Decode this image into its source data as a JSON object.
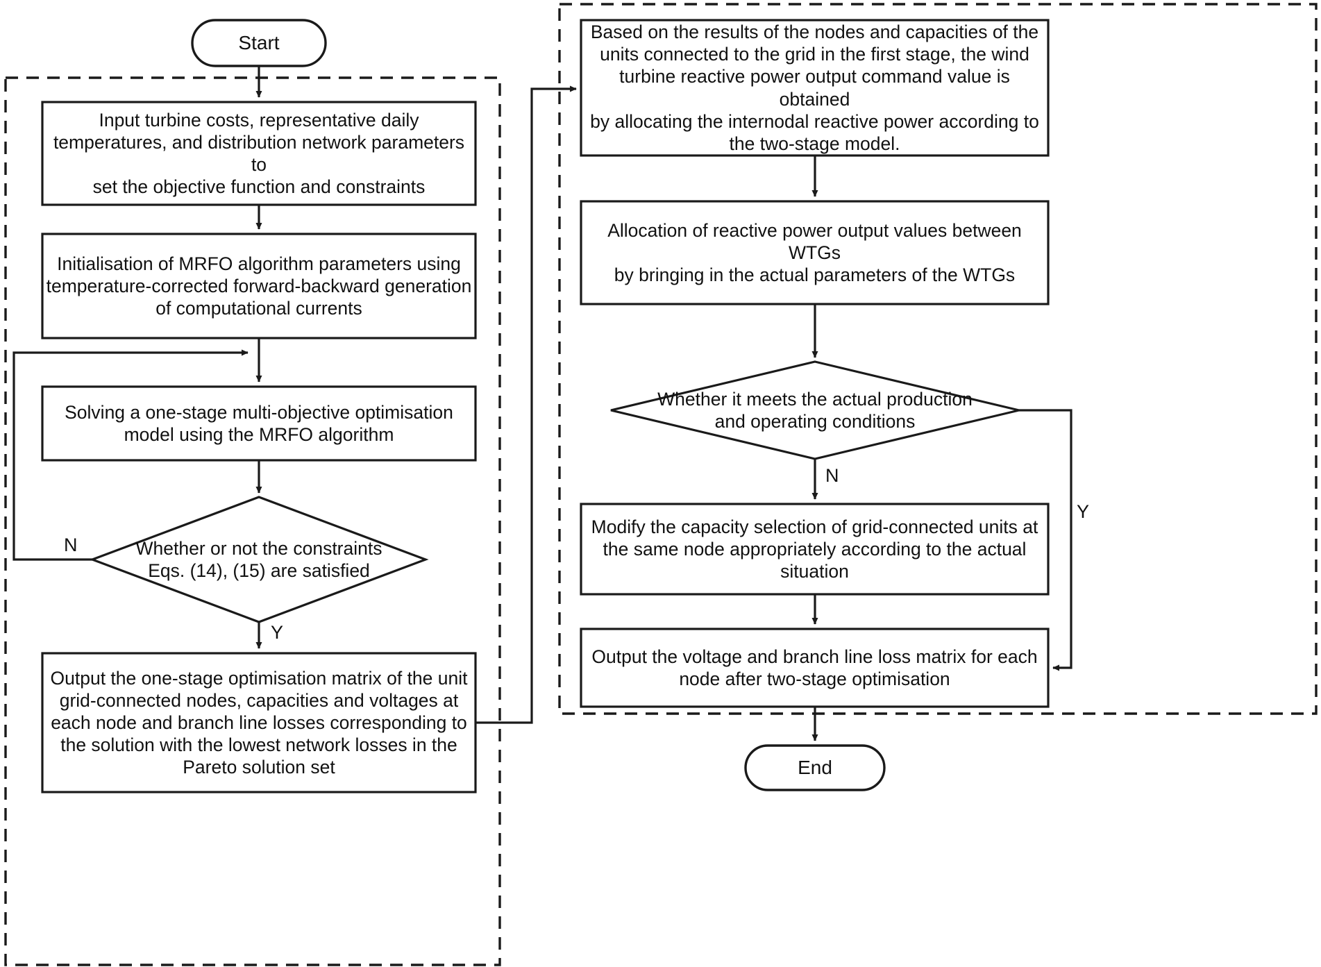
{
  "diagram": {
    "title": "Two-stage wind turbine reactive power optimisation flowchart",
    "stroke_color": "#1a1a1a",
    "fill_color": "#ffffff",
    "background": "#ffffff"
  },
  "panels": [
    {
      "name": "first-stage-panel",
      "style": "dashed"
    },
    {
      "name": "second-stage-panel",
      "style": "dashed"
    }
  ],
  "nodes": {
    "start": {
      "shape": "terminator",
      "label": "Start"
    },
    "end": {
      "shape": "terminator",
      "label": "End"
    },
    "input_params": {
      "shape": "process",
      "label": "Input turbine costs, representative daily\ntemperatures, and distribution network parameters to\nset the objective function and constraints"
    },
    "init_mrfo": {
      "shape": "process",
      "label": "Initialisation of MRFO algorithm parameters using\ntemperature-corrected forward-backward generation\nof computational currents"
    },
    "solve_stage1": {
      "shape": "process",
      "label": "Solving a one-stage multi-objective optimisation\nmodel using the MRFO algorithm"
    },
    "constraints_check": {
      "shape": "decision",
      "label": "Whether or not the constraints\nEqs. (14), (15) are satisfied"
    },
    "output_stage1": {
      "shape": "process",
      "label": "Output the one-stage optimisation matrix of the unit\ngrid-connected nodes, capacities and voltages at\neach node and branch line losses corresponding to\nthe solution with the lowest network losses in the\nPareto solution set"
    },
    "reactive_command": {
      "shape": "process",
      "label": "Based on the results of the nodes and capacities of the\nunits connected to the grid in the first stage, the wind\nturbine reactive power output command value is obtained\nby allocating the internodal reactive power according to\nthe two-stage model."
    },
    "allocation_wtgs": {
      "shape": "process",
      "label": "Allocation of reactive power output values between WTGs\nby bringing in the actual parameters of the WTGs"
    },
    "production_check": {
      "shape": "decision",
      "label": "Whether it meets the actual production\nand operating conditions"
    },
    "modify_capacity": {
      "shape": "process",
      "label": "Modify the capacity selection of grid-connected units at\nthe same node appropriately according to the actual\nsituation"
    },
    "output_stage2": {
      "shape": "process",
      "label": "Output the voltage and branch line loss matrix for each\nnode after two-stage optimisation"
    }
  },
  "edge_labels": {
    "constraints_no": "N",
    "constraints_yes": "Y",
    "production_no": "N",
    "production_yes": "Y"
  }
}
